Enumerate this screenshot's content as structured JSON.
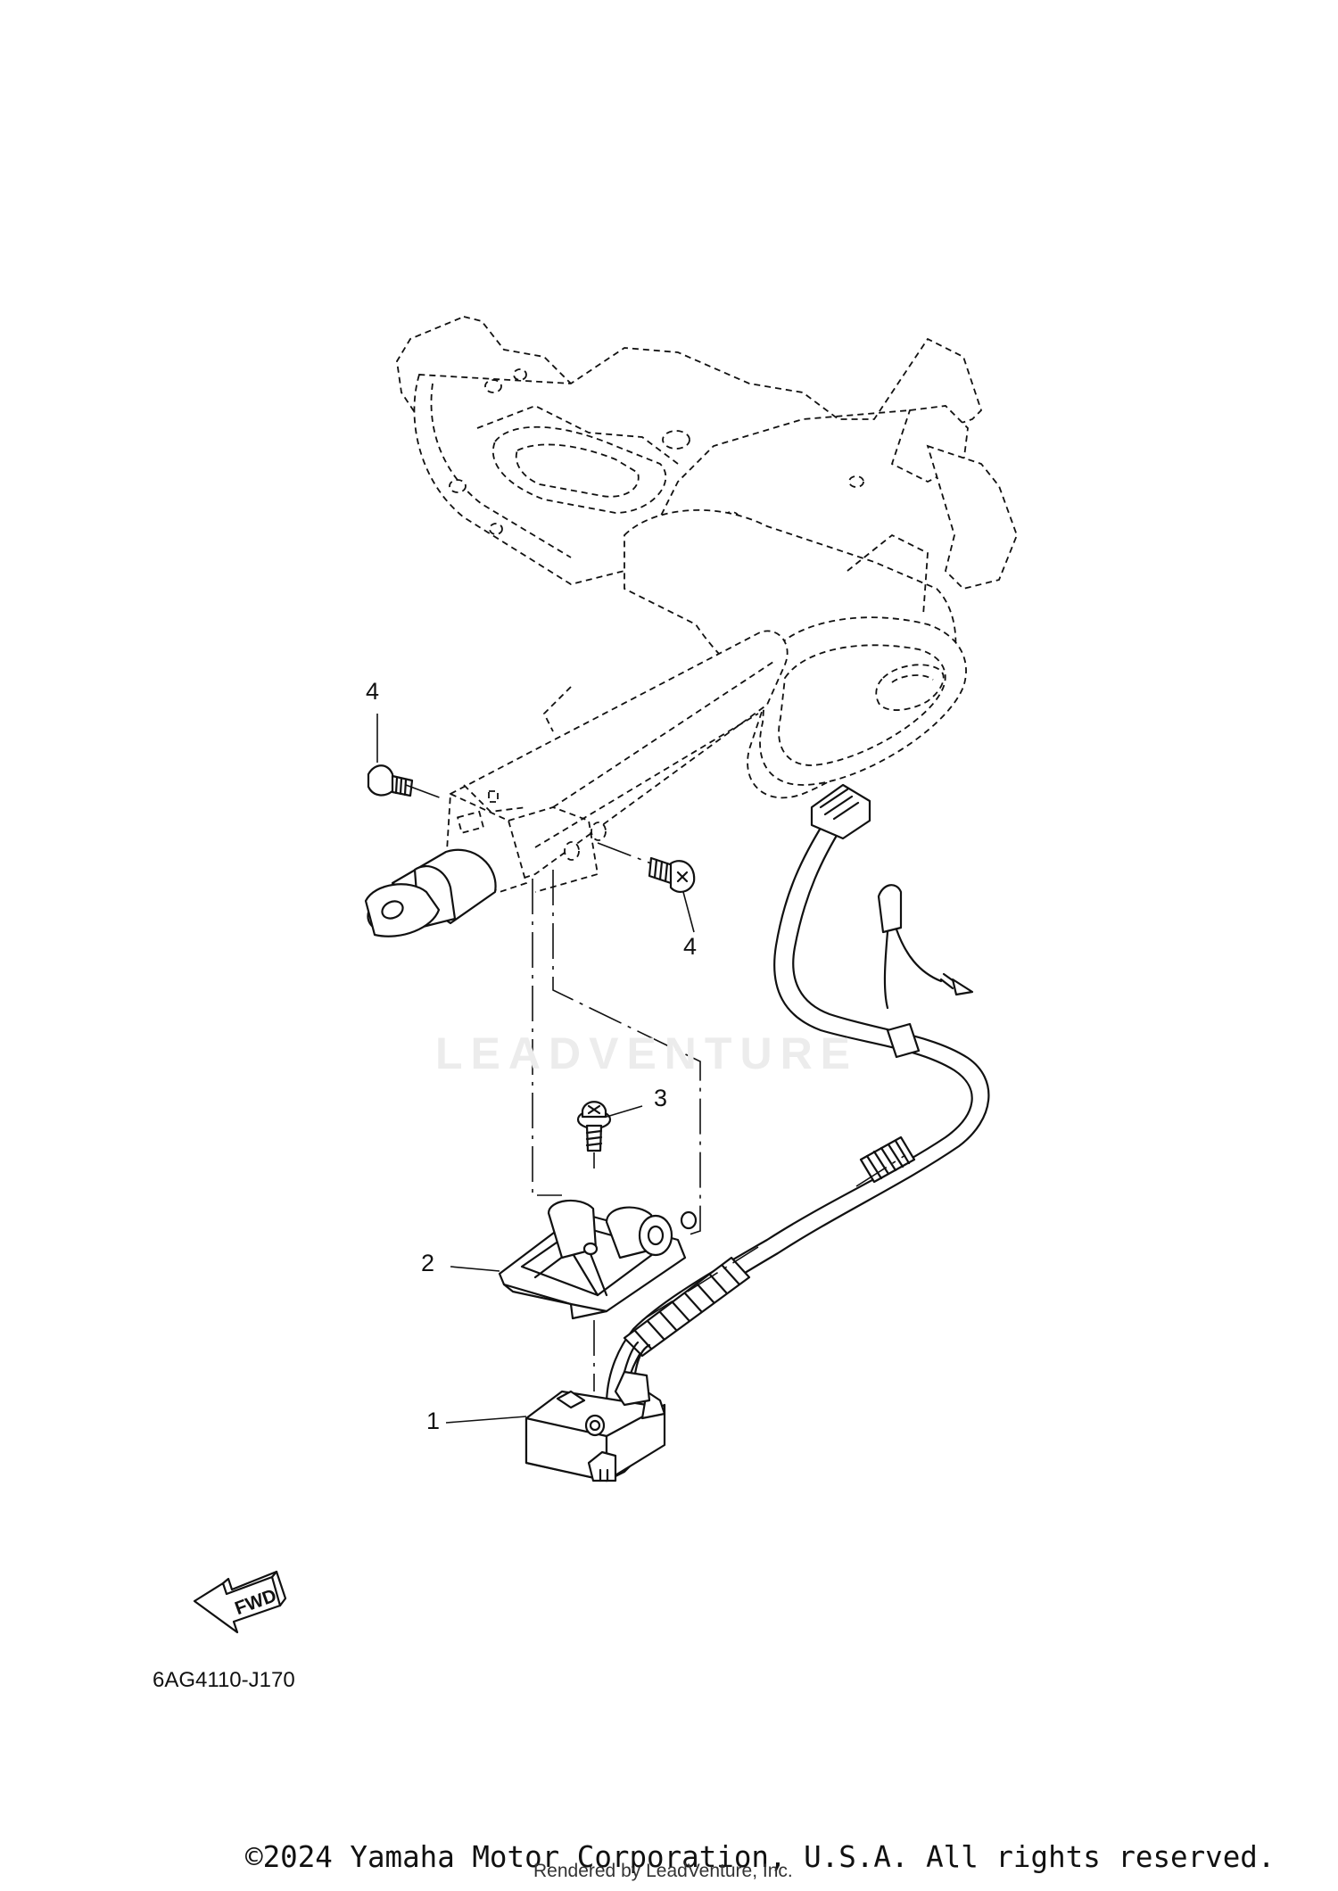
{
  "callouts": [
    {
      "id": "1",
      "label": "1"
    },
    {
      "id": "2",
      "label": "2"
    },
    {
      "id": "3",
      "label": "3"
    },
    {
      "id": "4a",
      "label": "4"
    },
    {
      "id": "4b",
      "label": "4"
    }
  ],
  "fwd_badge": "FWD",
  "watermark": "LEADVENTURE",
  "diagram_code": "6AG4110-J170",
  "copyright": "©2024 Yamaha Motor Corporation, U.S.A. All rights reserved.",
  "rendered_by": "Rendered by LeadVenture, Inc."
}
